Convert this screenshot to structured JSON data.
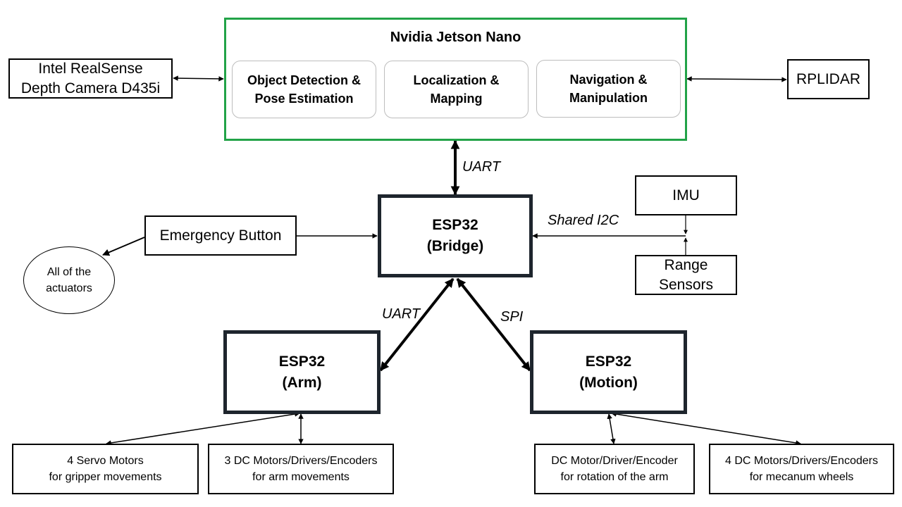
{
  "jetson": {
    "title": "Nvidia Jetson Nano",
    "modules": [
      {
        "line1": "Object Detection &",
        "line2": "Pose Estimation"
      },
      {
        "line1": "Localization  &",
        "line2": "Mapping"
      },
      {
        "line1": "Navigation  &",
        "line2": "Manipulation"
      }
    ]
  },
  "camera": {
    "line1": "Intel RealSense",
    "line2": "Depth Camera D435i"
  },
  "lidar": {
    "label": "RPLIDAR"
  },
  "bridge": {
    "line1": "ESP32",
    "line2": "(Bridge)"
  },
  "arm": {
    "line1": "ESP32",
    "line2": "(Arm)"
  },
  "motion": {
    "line1": "ESP32",
    "line2": "(Motion)"
  },
  "emergency": {
    "label": "Emergency Button"
  },
  "actuators": {
    "line1": "All of the",
    "line2": "actuators"
  },
  "imu": {
    "label": "IMU"
  },
  "range": {
    "line1": "Range",
    "line2": "Sensors"
  },
  "peripherals": {
    "servo": {
      "line1": "4 Servo Motors",
      "line2": "for gripper movements"
    },
    "arm_dc": {
      "line1": "3 DC Motors/Drivers/Encoders",
      "line2": "for arm movements"
    },
    "rot_dc": {
      "line1": "DC Motor/Driver/Encoder",
      "line2": "for rotation of the arm"
    },
    "wheel_dc": {
      "line1": "4 DC Motors/Drivers/Encoders",
      "line2": "for mecanum wheels"
    }
  },
  "links": {
    "uart_top": "UART",
    "uart_arm": "UART",
    "spi": "SPI",
    "shared_i2c": "Shared I2C"
  }
}
